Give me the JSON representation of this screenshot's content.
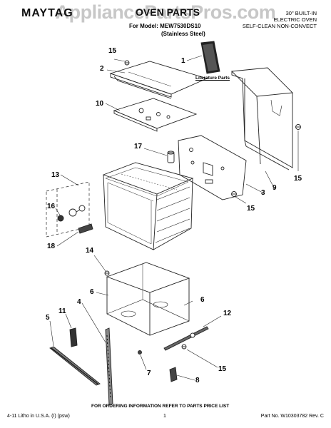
{
  "header": {
    "watermark": "AppliancePartsPros.com",
    "brand": "MAYTAG",
    "parts_title": "OVEN PARTS",
    "model_line": "For Model: MEW7530DS10",
    "finish": "(Stainless Steel)",
    "right_line1": "30\" BUILT-IN",
    "right_line2": "ELECTRIC OVEN",
    "right_line3": "SELF-CLEAN NON-CONVECT"
  },
  "diagram": {
    "literature_label": "Literature Parts",
    "part_numbers": [
      "1",
      "2",
      "3",
      "4",
      "5",
      "6",
      "6",
      "7",
      "8",
      "9",
      "10",
      "11",
      "12",
      "13",
      "14",
      "15",
      "15",
      "15",
      "15",
      "16",
      "17",
      "18"
    ]
  },
  "footer": {
    "ordering_note": "FOR ORDERING INFORMATION REFER TO PARTS PRICE LIST",
    "litho": "4-11 Litho in U.S.A. (I) (psw)",
    "page": "1",
    "part_no": "Part No. W10303782 Rev. C"
  },
  "colors": {
    "line": "#222222",
    "watermark": "#9a9a9a"
  }
}
